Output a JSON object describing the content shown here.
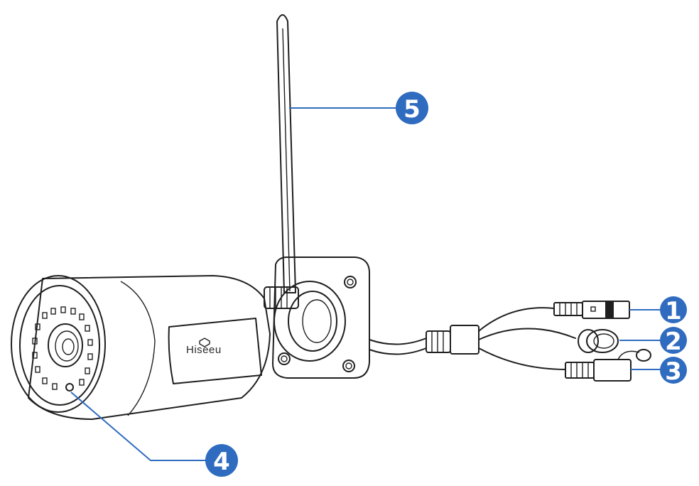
{
  "brand": {
    "logo_text": "Hiseeu"
  },
  "callouts": [
    {
      "id": "c1",
      "number": "1"
    },
    {
      "id": "c2",
      "number": "2"
    },
    {
      "id": "c3",
      "number": "3"
    },
    {
      "id": "c4",
      "number": "4"
    },
    {
      "id": "c5",
      "number": "5"
    }
  ],
  "colors": {
    "callout_fill": "#2f6cc0",
    "leader_line": "#2f6cc0",
    "outline": "#1f1f1f",
    "background": "#ffffff"
  }
}
